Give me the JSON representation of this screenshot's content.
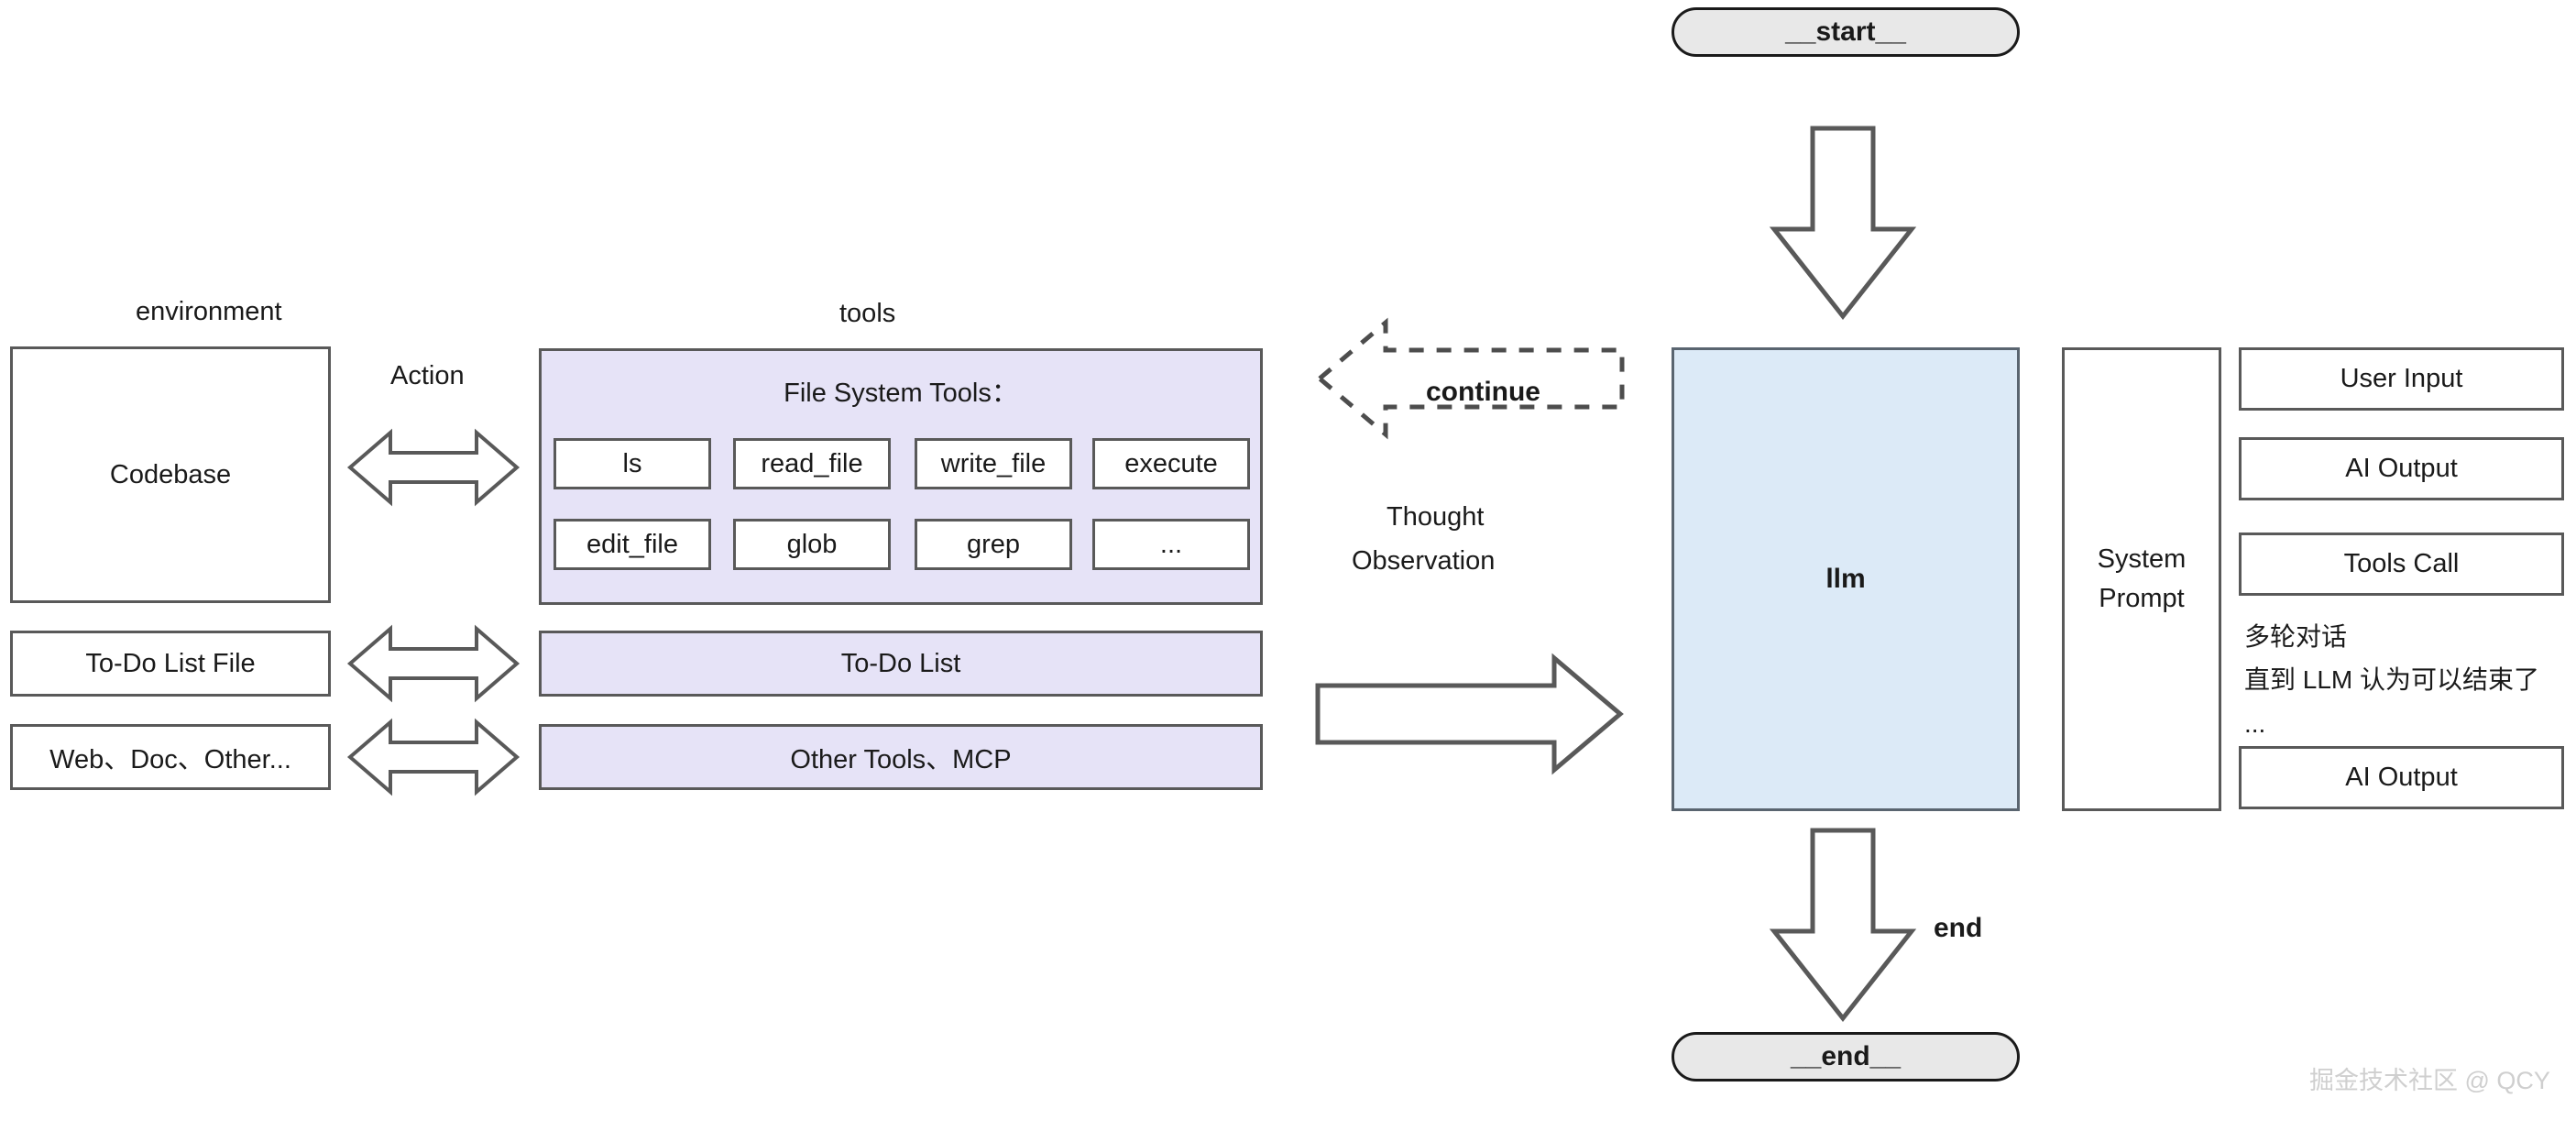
{
  "diagram": {
    "section_labels": {
      "environment": "environment",
      "tools": "tools"
    },
    "environment": {
      "items": [
        {
          "label": "Codebase"
        },
        {
          "label": "To-Do List File"
        },
        {
          "label": "Web、Doc、Other..."
        }
      ],
      "edge_label": "Action"
    },
    "tools": {
      "file_system_panel_title": "File System Tools：",
      "tool_chips": [
        "ls",
        "read_file",
        "write_file",
        "execute",
        "edit_file",
        "glob",
        "grep",
        "..."
      ],
      "bands": [
        "To-Do List",
        "Other Tools、MCP"
      ]
    },
    "loop": {
      "continue_label": "continue",
      "thought_label": "Thought",
      "observation_label": "Observation"
    },
    "graph": {
      "start_node": "__start__",
      "llm_node": "llm",
      "end_node": "__end__",
      "end_edge_label": "end"
    },
    "context": {
      "system_prompt_line1": "System",
      "system_prompt_line2": "Prompt",
      "messages": [
        "User Input",
        "AI Output",
        "Tools Call"
      ],
      "note_line1": "多轮对话",
      "note_line2": "直到 LLM 认为可以结束了",
      "note_ellipsis": "...",
      "final_message": "AI Output"
    },
    "watermark": "掘金技术社区 @ QCY",
    "colors": {
      "tools_panel_fill": "#e6e3f7",
      "llm_fill": "#dceaf7",
      "terminal_fill": "#e8e8e8",
      "stroke": "#595959",
      "text": "#1a1a1a"
    }
  }
}
